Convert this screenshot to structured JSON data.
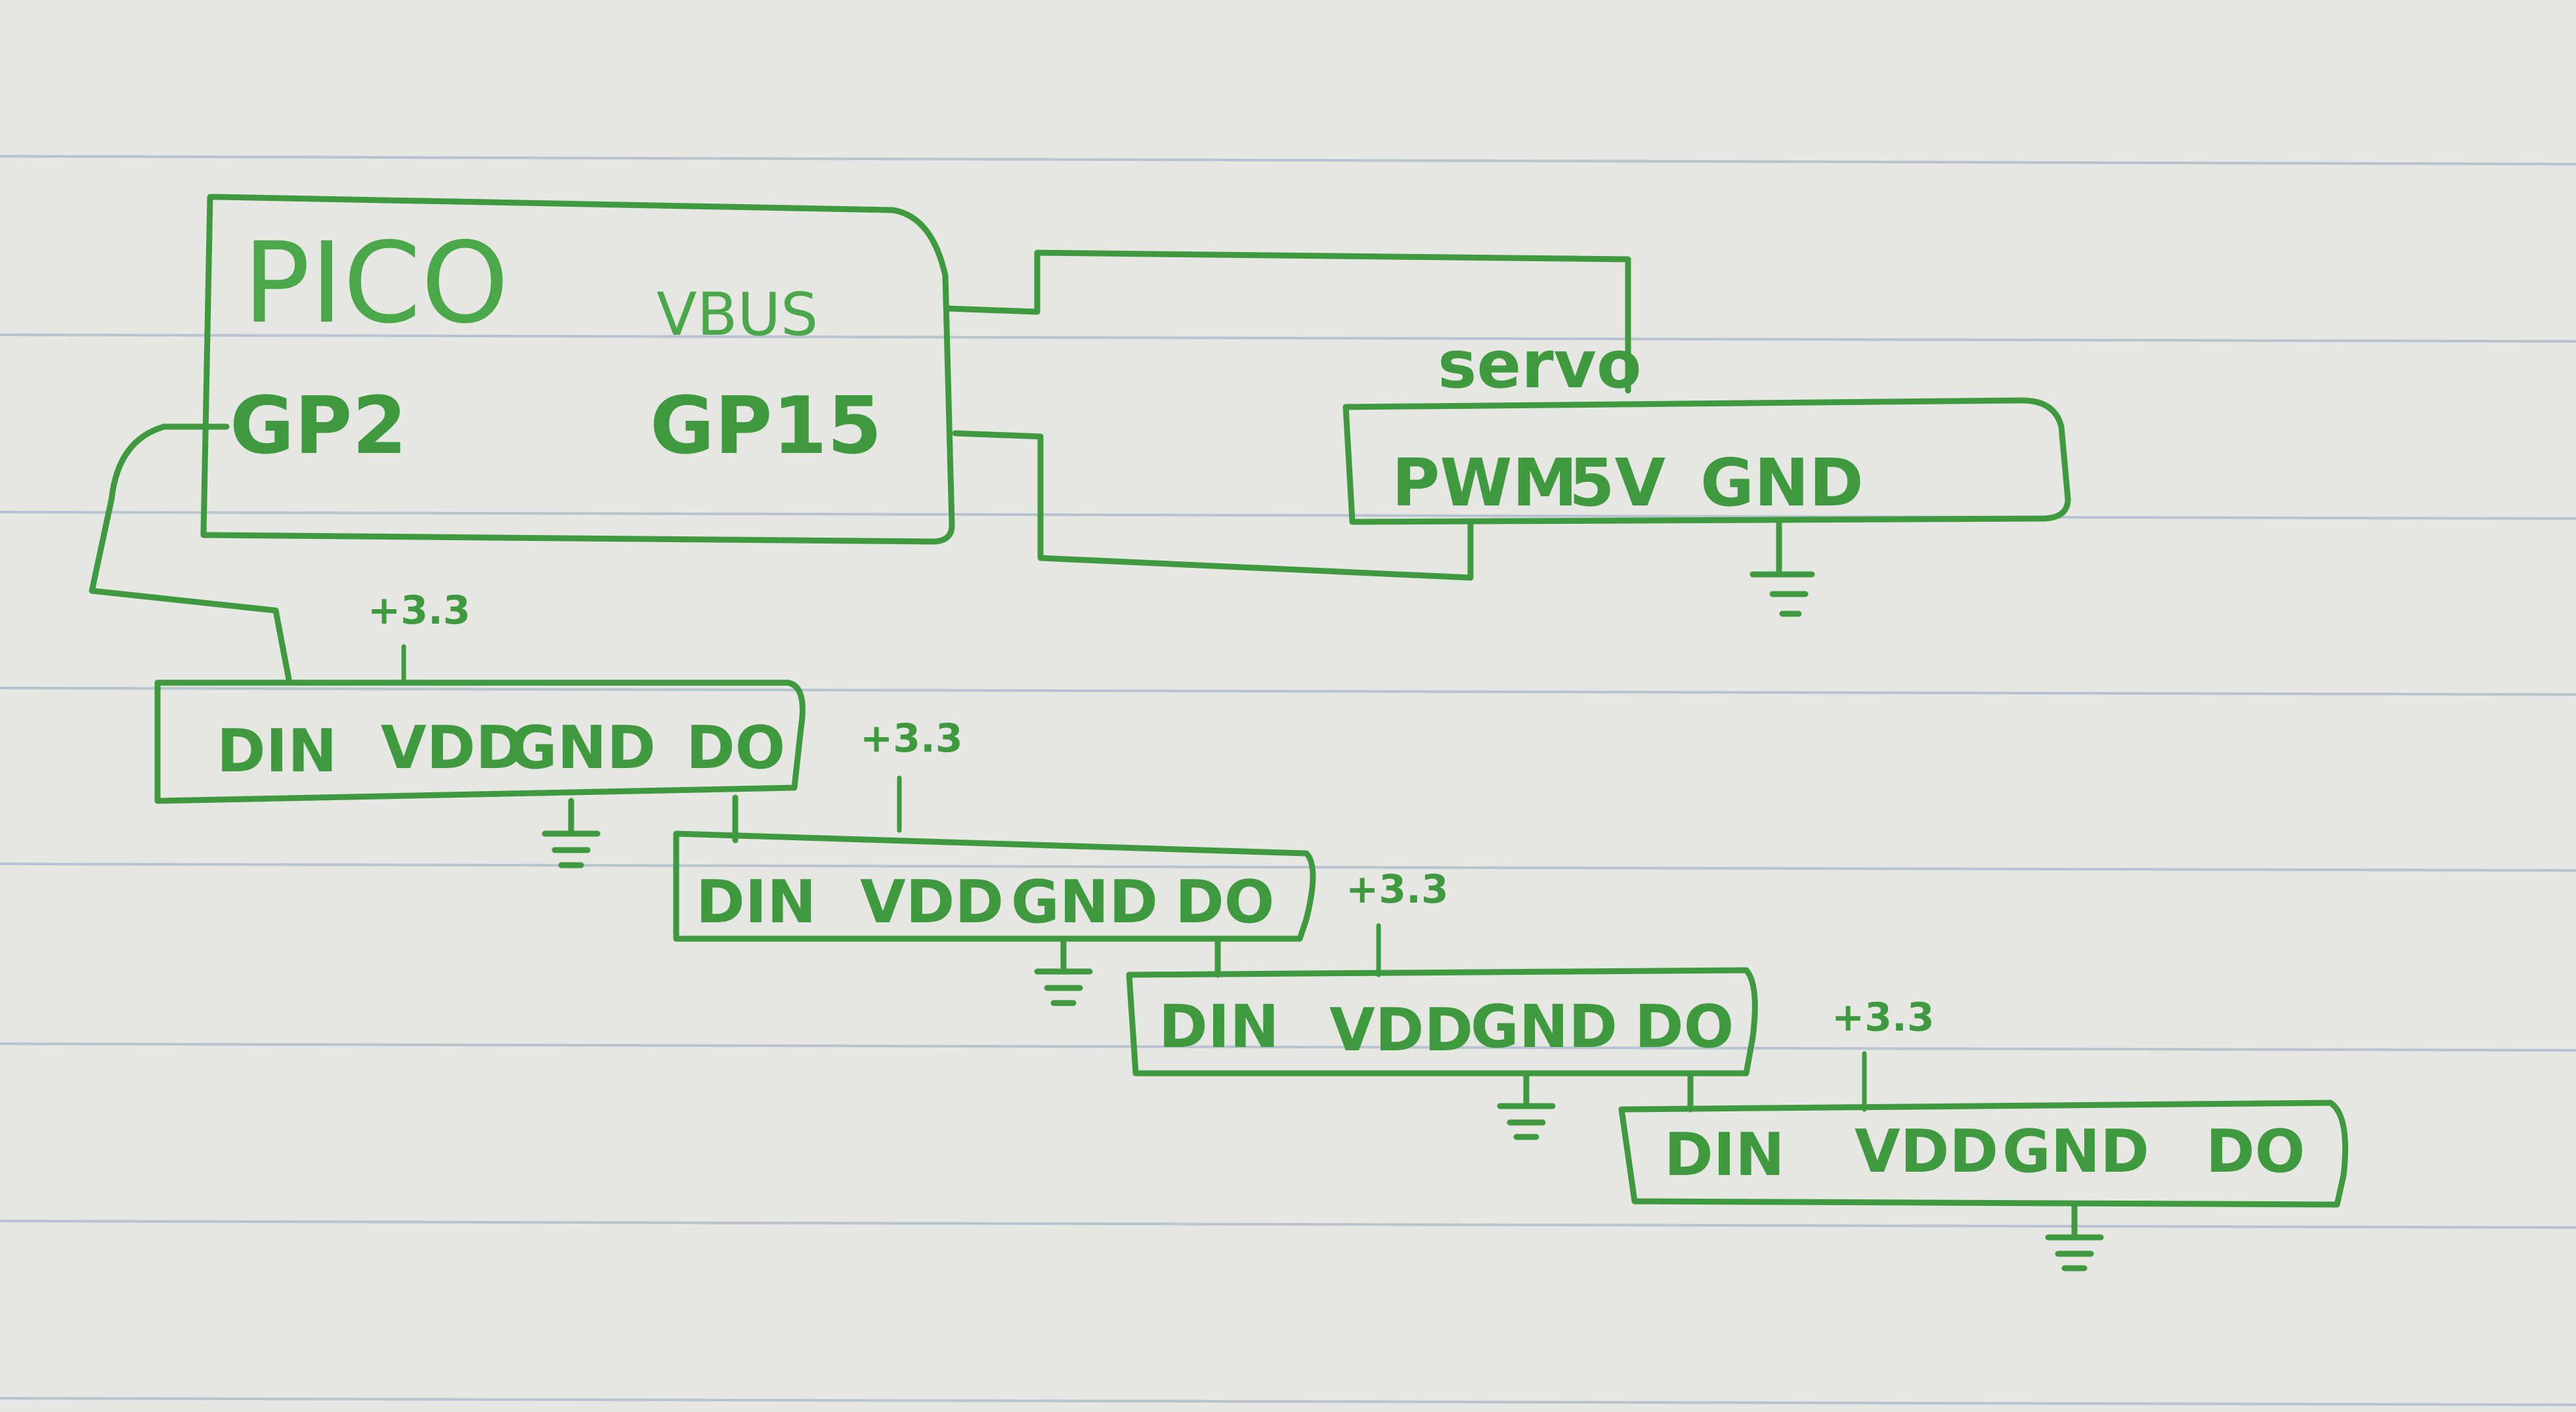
{
  "pico": {
    "title": "PICO",
    "vbus": "VBUS",
    "gp2": "GP2",
    "gp15": "GP15"
  },
  "servo": {
    "title": "servo",
    "pins": [
      "PWM",
      "5V",
      "GND"
    ]
  },
  "modules": [
    {
      "pins": [
        "DIN",
        "VDD",
        "GND",
        "DO"
      ],
      "supply": "+3.3"
    },
    {
      "pins": [
        "DIN",
        "VDD",
        "GND",
        "DO"
      ],
      "supply": "+3.3"
    },
    {
      "pins": [
        "DIN",
        "VDD",
        "GND",
        "DO"
      ],
      "supply": "+3.3"
    },
    {
      "pins": [
        "DIN",
        "VDD",
        "GND",
        "DO"
      ],
      "supply": "+3.3"
    }
  ],
  "colors": {
    "ink": "#3f9a3f",
    "paper": "#e6e6e2",
    "rule": "#b7c3cf"
  }
}
